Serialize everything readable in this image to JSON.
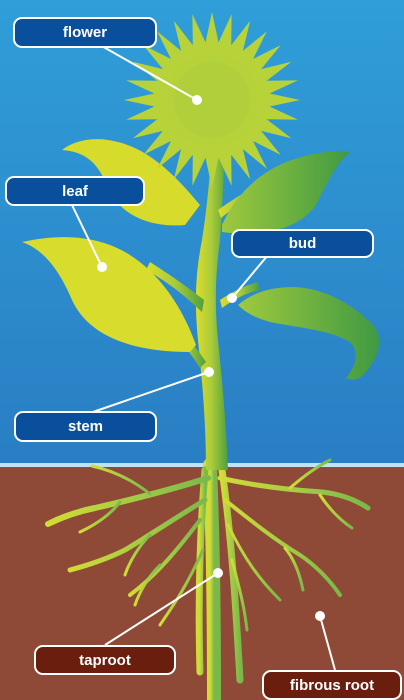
{
  "labels": {
    "flower": "flower",
    "leaf": "leaf",
    "bud": "bud",
    "stem": "stem",
    "taproot": "taproot",
    "fibrous_root": "fibrous root"
  },
  "colors": {
    "sky_top": "#2e9ad6",
    "sky_bottom": "#2a7fc4",
    "soil": "#8e4a36",
    "horizon": "#bfe3f5",
    "plant_light": "#d8dc2a",
    "plant_mid": "#a9cc3a",
    "plant_dark": "#58a43e",
    "sky_label_bg": "#0a4f9c",
    "soil_label_bg": "#6a1e0e",
    "leader_line": "#ffffff"
  }
}
